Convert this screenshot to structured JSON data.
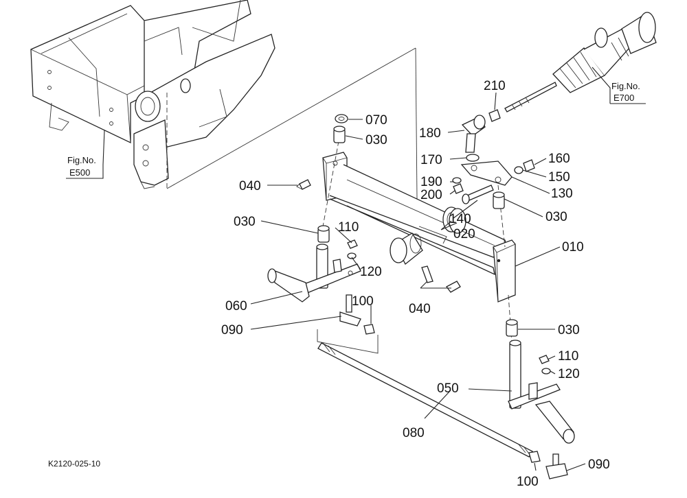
{
  "colors": {
    "line": "#222222",
    "background": "#ffffff",
    "text": "#111111"
  },
  "figure_code": "K2120-025-10",
  "references": [
    {
      "prefix": "Fig.No.",
      "number": "E500"
    },
    {
      "prefix": "Fig.No.",
      "number": "E700"
    }
  ],
  "labels": {
    "p010": "010",
    "p020": "020",
    "p030a": "030",
    "p030b": "030",
    "p030c": "030",
    "p030d": "030",
    "p040a": "040",
    "p040b": "040",
    "p050": "050",
    "p060": "060",
    "p070": "070",
    "p080": "080",
    "p090a": "090",
    "p090b": "090",
    "p100a": "100",
    "p100b": "100",
    "p110a": "110",
    "p110b": "110",
    "p120a": "120",
    "p120b": "120",
    "p130": "130",
    "p140": "140",
    "p150": "150",
    "p160": "160",
    "p170": "170",
    "p180": "180",
    "p190": "190",
    "p200": "200",
    "p210": "210"
  }
}
